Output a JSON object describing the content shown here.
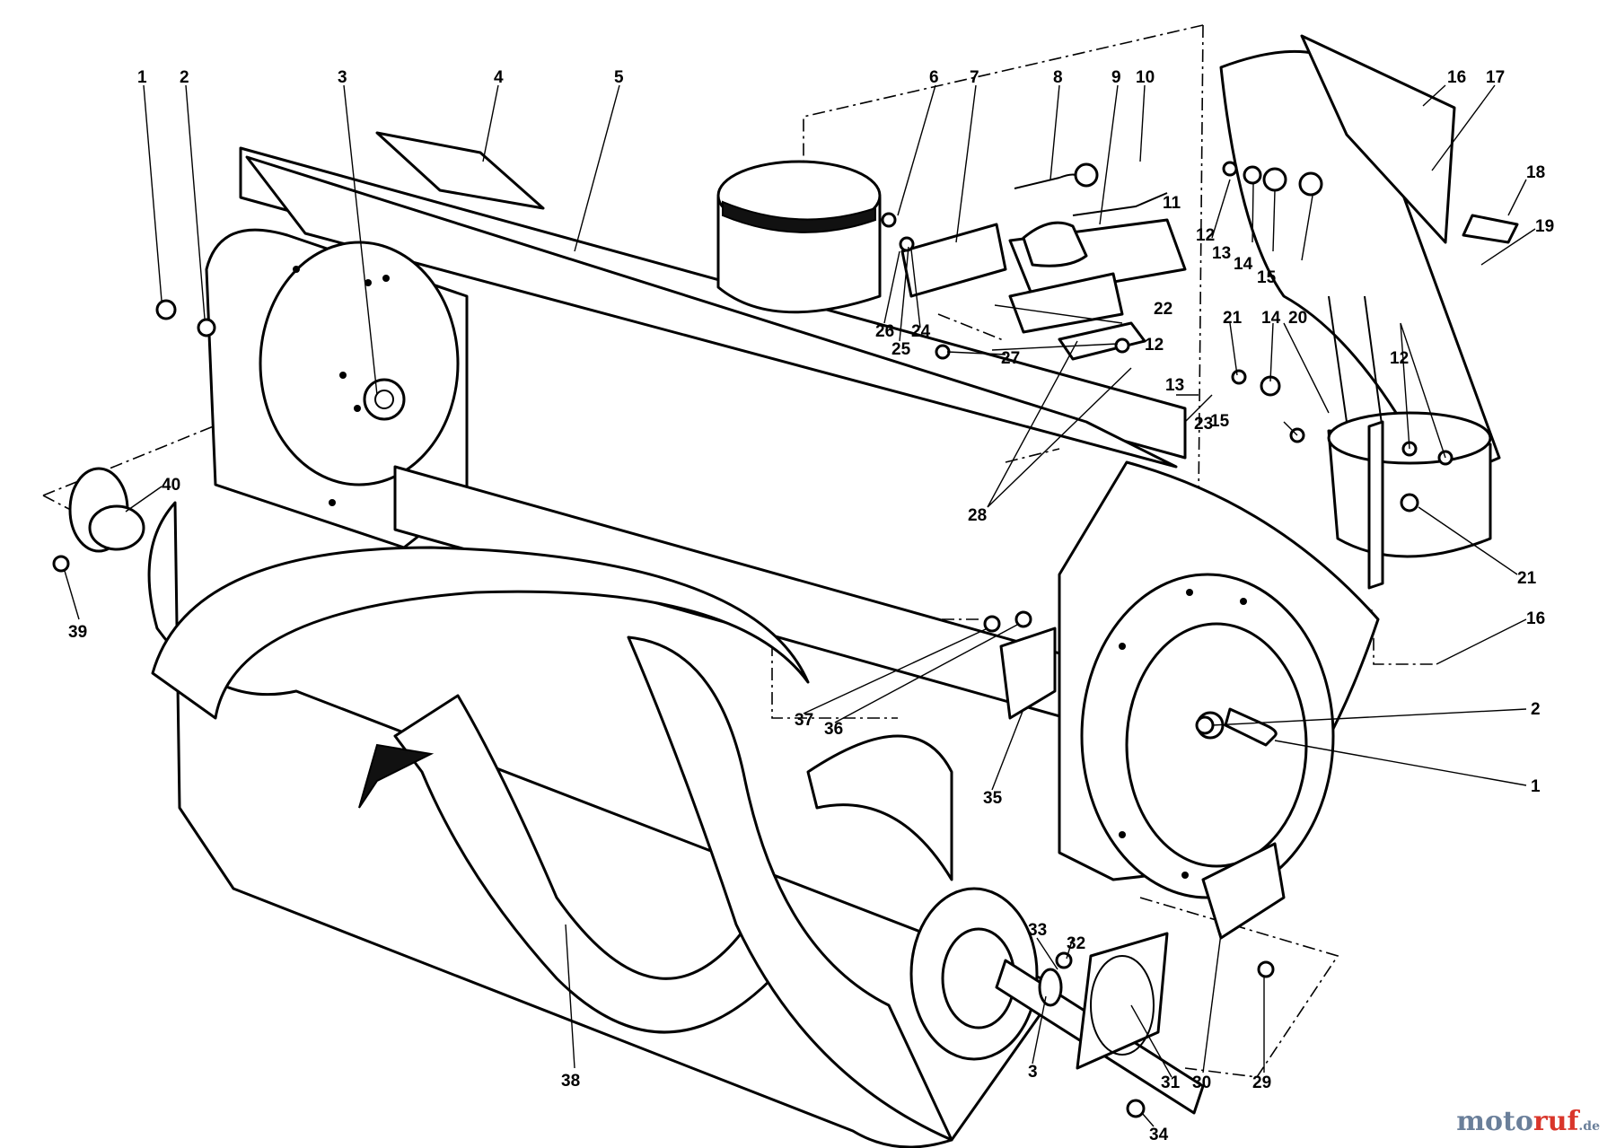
{
  "labels": [
    "1",
    "2",
    "3",
    "4",
    "5",
    "6",
    "7",
    "8",
    "9",
    "10",
    "11",
    "12",
    "12",
    "12",
    "13",
    "13",
    "14",
    "14",
    "15",
    "16",
    "16",
    "17",
    "18",
    "19",
    "20",
    "21",
    "21",
    "22",
    "23",
    "24",
    "25",
    "26",
    "27",
    "28",
    "29",
    "30",
    "31",
    "32",
    "33",
    "34",
    "35",
    "36",
    "37",
    "38",
    "39",
    "40",
    "1",
    "2",
    "3",
    "15"
  ],
  "watermark": {
    "part1": "moto",
    "part2": "ruf",
    "part3": ".de"
  }
}
